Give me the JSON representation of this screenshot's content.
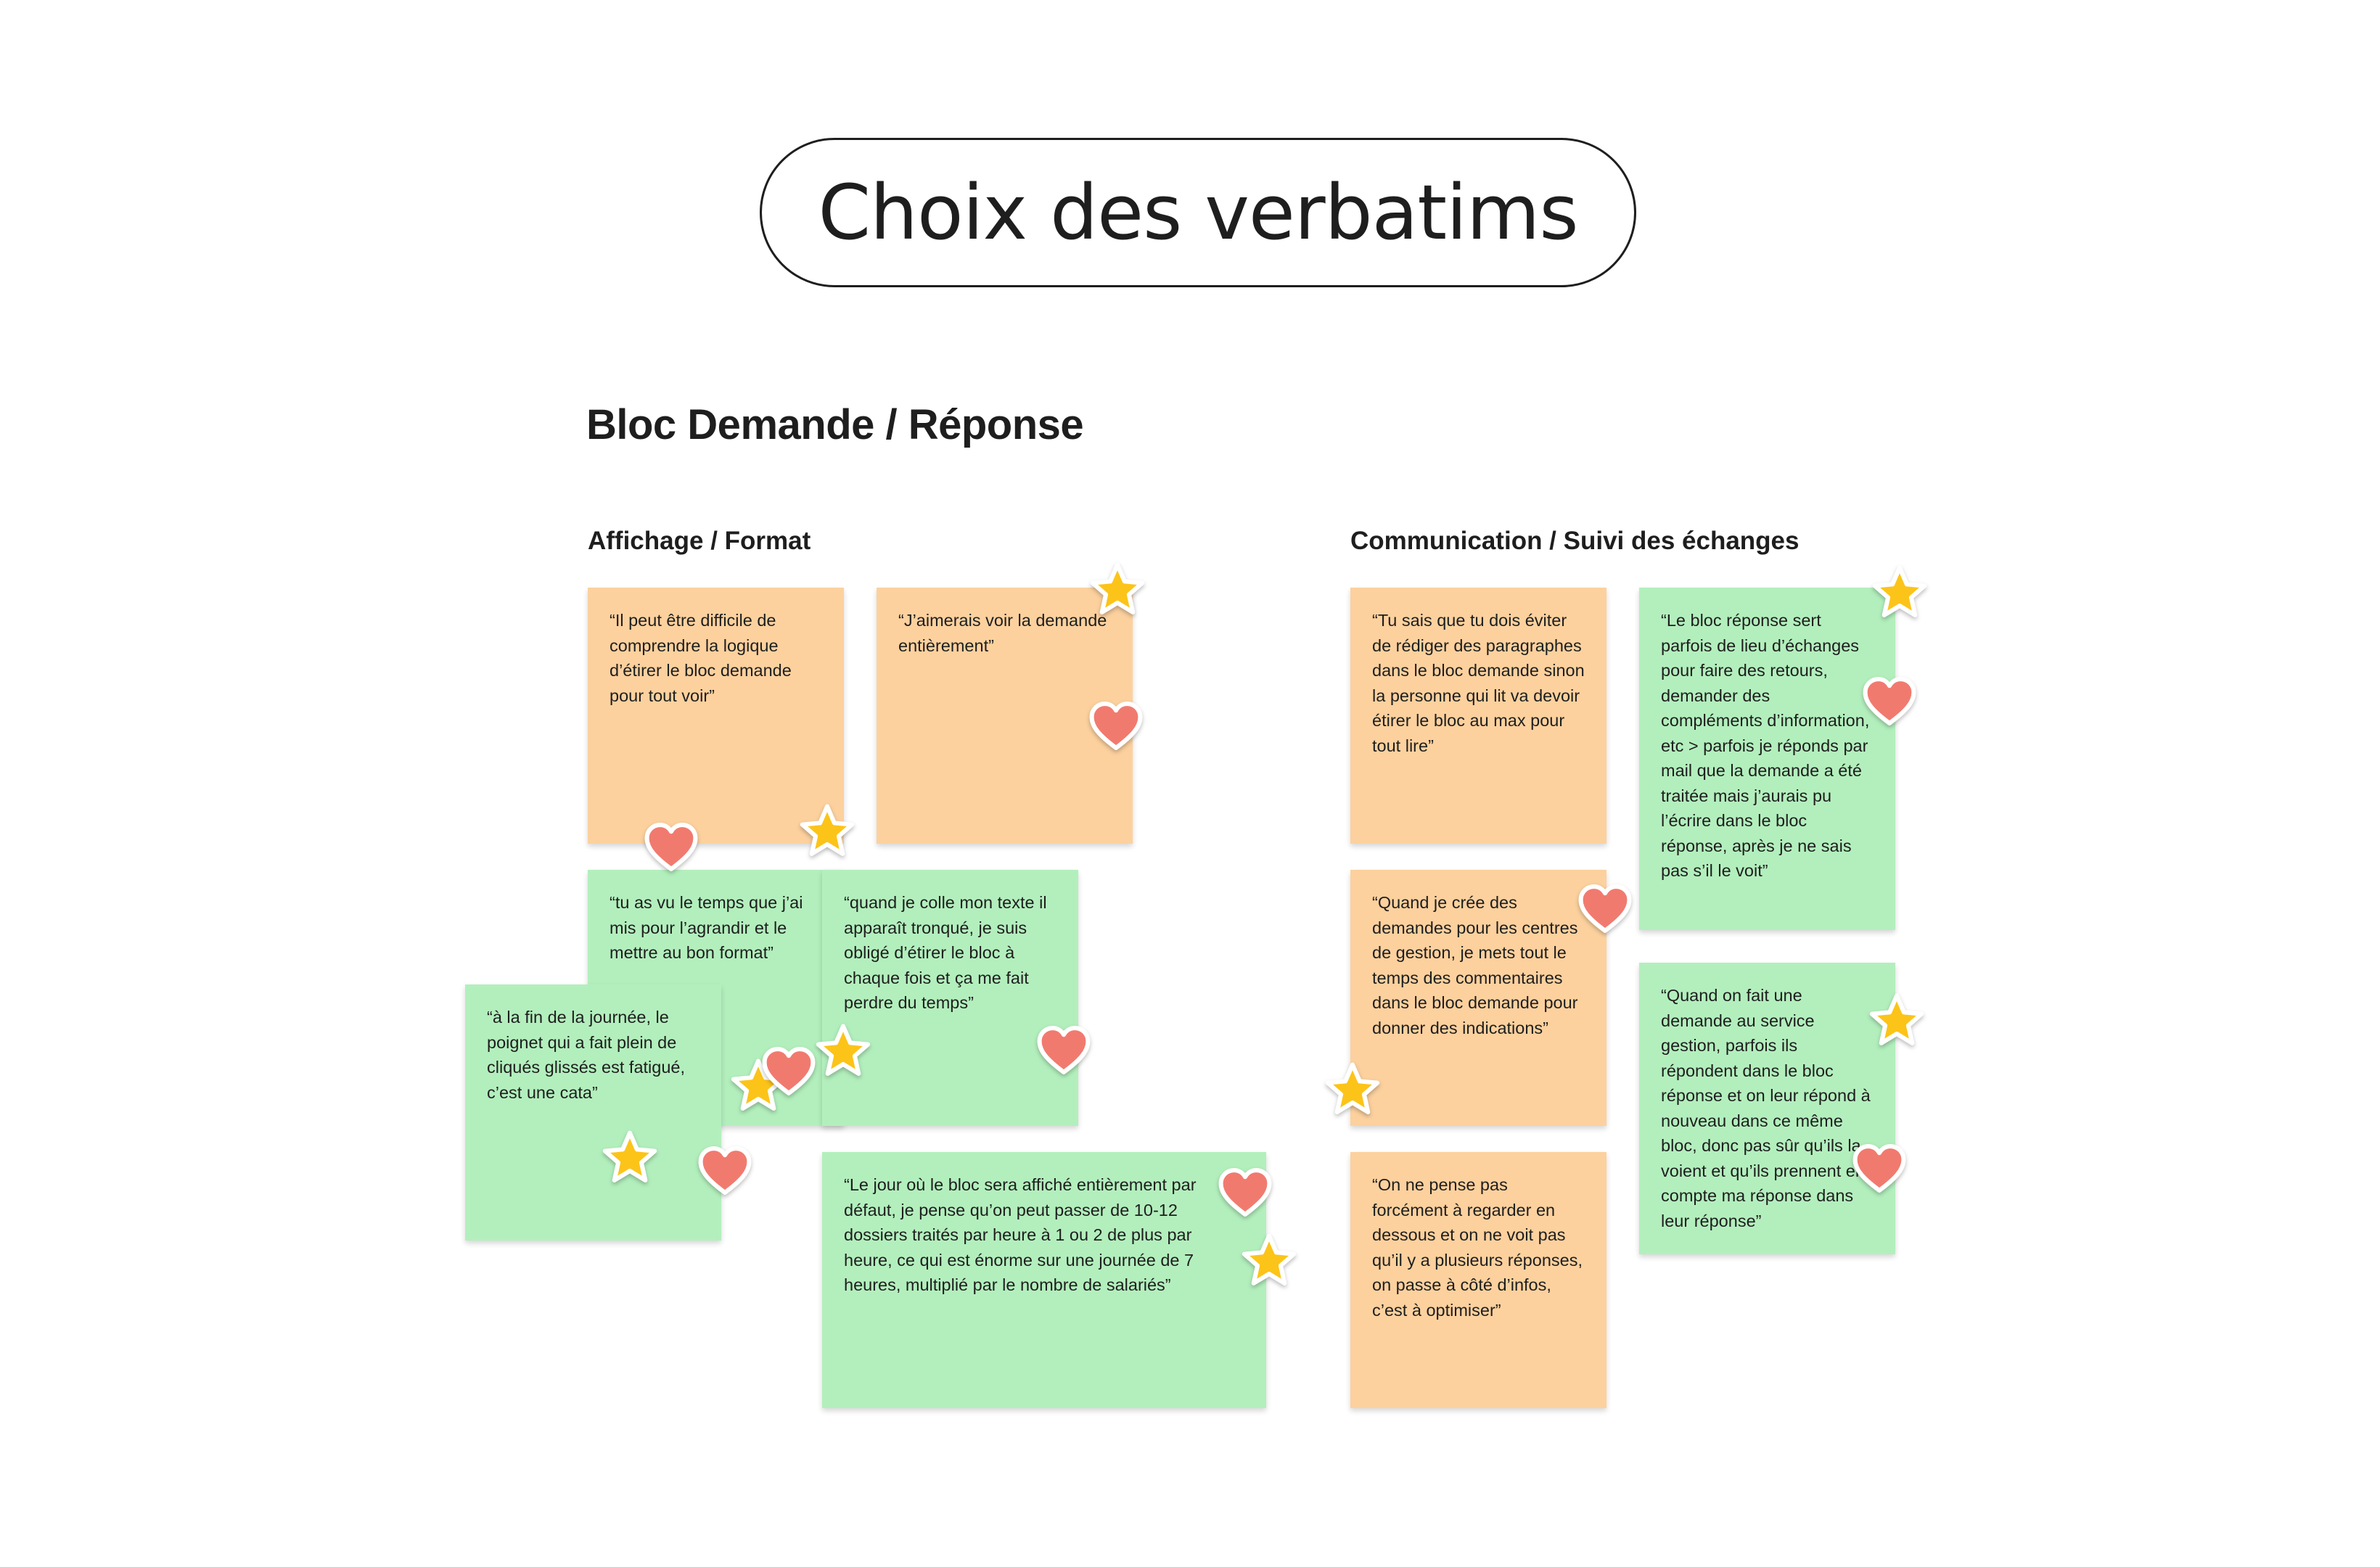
{
  "title": "Choix des verbatims",
  "section_title": "Bloc Demande / Réponse",
  "columns": [
    {
      "heading": "Affichage / Format"
    },
    {
      "heading": "Communication / Suivi des échanges"
    }
  ],
  "notes": {
    "n1": "“Il peut être difficile de comprendre la logique d’étirer le bloc demande pour tout voir”",
    "n2": "“J’aimerais voir la demande entièrement”",
    "n3": "“tu as vu le temps que j’ai mis pour l’agrandir et le mettre au bon format”",
    "n4": "“quand je colle mon texte il apparaît tronqué, je suis obligé d’étirer le bloc à chaque fois et  ça me fait perdre du temps”",
    "n5": "“à la fin de la journée, le poignet qui a fait plein de cliqués glissés est fatigué, c’est une cata”",
    "n6": "“Le jour où le bloc sera affiché entièrement par défaut, je pense qu’on peut passer de 10-12 dossiers traités par heure à 1 ou 2 de plus par heure, ce qui est énorme sur une journée de 7 heures, multiplié par le nombre de salariés”",
    "n7": "“Tu sais que tu dois éviter de rédiger des paragraphes dans le bloc demande sinon la personne qui lit va devoir étirer le bloc au max pour tout lire”",
    "n8": "“Quand je crée des demandes pour les centres de gestion, je mets tout le temps des commentaires dans le bloc demande pour donner des indications”",
    "n9": "“On ne pense pas forcément à regarder en dessous et on ne voit pas qu’il y a plusieurs réponses, on passe à côté d’infos, c’est à optimiser”",
    "n10": "“Le bloc réponse sert parfois de lieu d’échanges pour faire des retours, demander des compléments d’information, etc > parfois je réponds par mail que la demande a été traitée mais j’aurais pu l’écrire dans le bloc réponse, après je ne sais pas s’il le voit”",
    "n11": "“Quand on fait une demande au service gestion, parfois ils répondent dans le bloc réponse et on leur répond à nouveau dans ce même bloc, donc pas sûr qu’ils la voient et qu’ils prennent en compte ma réponse dans leur réponse”"
  },
  "colors": {
    "orange_note": "#fcd19e",
    "green_note": "#b3efbd",
    "star": "#fcc419",
    "heart": "#f17a6f"
  },
  "stickers": [
    "star-icon",
    "heart-icon"
  ]
}
